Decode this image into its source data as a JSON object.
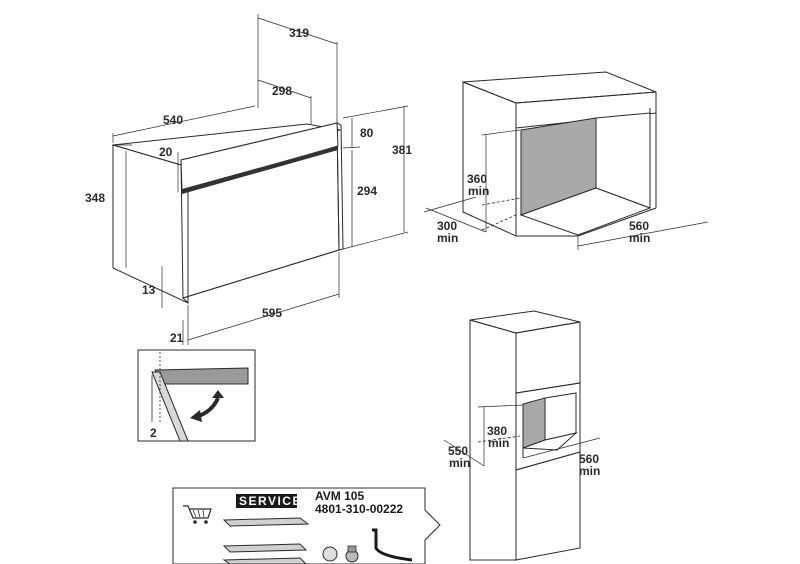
{
  "oven_diagram": {
    "dims": {
      "depth_total": "319",
      "depth_body": "298",
      "width_body": "540",
      "height_body": "348",
      "offset_top": "20",
      "height_total": "381",
      "height_panel_top": "80",
      "height_panel": "294",
      "offset_bottom": "13",
      "offset_front": "21",
      "width_front": "595"
    },
    "detail": {
      "gap": "2"
    }
  },
  "niche_cabinet": {
    "height": "360",
    "depth": "300",
    "width": "560",
    "min": "min"
  },
  "niche_column": {
    "height": "380",
    "depth": "550",
    "width": "560",
    "min": "min"
  },
  "service": {
    "label": "SERVICE",
    "model": "AVM 105",
    "code": "4801-310-00222"
  }
}
